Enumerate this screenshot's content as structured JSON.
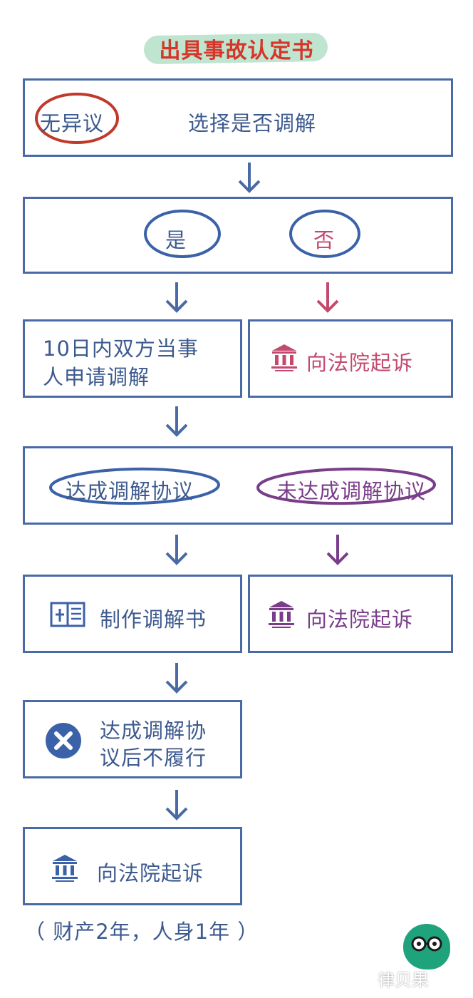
{
  "title": "出具事故认定书",
  "step1": {
    "circled": "无异议",
    "label": "选择是否调解"
  },
  "step2": {
    "yes": "是",
    "no": "否"
  },
  "yes_branch": {
    "line1": "10日内双方当事",
    "line2": "人申请调解"
  },
  "no_branch": {
    "label": "向法院起诉"
  },
  "step4": {
    "agree": "达成调解协议",
    "disagree": "未达成调解协议"
  },
  "make_book": {
    "label": "制作调解书"
  },
  "court2": {
    "label": "向法院起诉"
  },
  "breach": {
    "line1": "达成调解协",
    "line2": "议后不履行"
  },
  "court3": {
    "label": "向法院起诉"
  },
  "note": "（ 财产2年，人身1年 ）",
  "watermark": "律贝果",
  "colors": {
    "blue": "#4a6aa6",
    "red": "#d6352a",
    "pink": "#c24a6f",
    "purple": "#7a3d8a",
    "green": "#1fa37c"
  },
  "icons": [
    "court-icon",
    "document-icon",
    "cross-icon",
    "arrow-down-icon"
  ]
}
